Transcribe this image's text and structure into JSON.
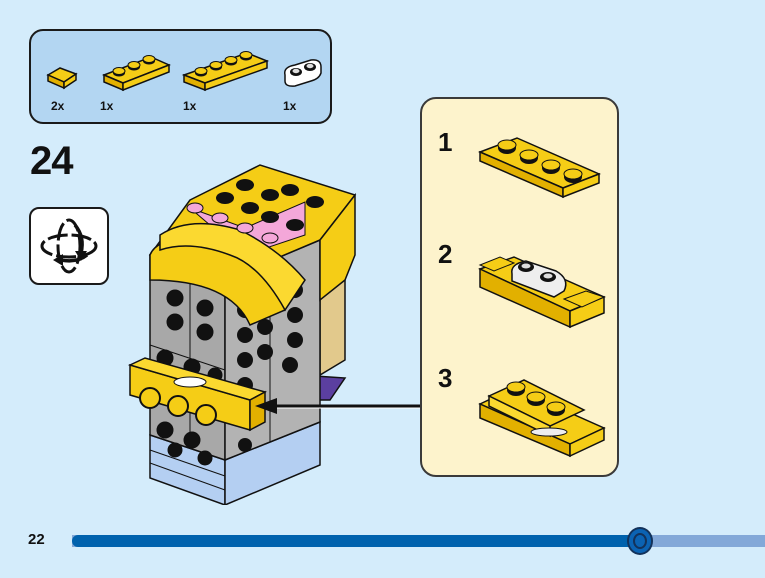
{
  "parts_list": {
    "items": [
      {
        "name": "yellow 1x1 tile",
        "color": "#f5cd16",
        "qty": "2x"
      },
      {
        "name": "yellow 1x3 plate",
        "color": "#f5cd16",
        "qty": "1x"
      },
      {
        "name": "yellow 1x4 plate",
        "color": "#f5cd16",
        "qty": "1x"
      },
      {
        "name": "white 1x2 rounded plate",
        "color": "#ffffff",
        "qty": "1x"
      }
    ]
  },
  "step": {
    "number": "24",
    "rotate_icon": "rotate-model-icon"
  },
  "substeps": [
    {
      "label": "1",
      "description": "yellow 1x4 plate"
    },
    {
      "label": "2",
      "description": "white rounded plate between yellow tiles"
    },
    {
      "label": "3",
      "description": "yellow 1x3 plate on top"
    }
  ],
  "callout": {
    "arrow_icon": "arrow-left-icon"
  },
  "footer": {
    "page_number": "22",
    "progress_percent": 82
  },
  "colors": {
    "background": "#d4ecfb",
    "parts_panel": "#b3d6f2",
    "substeps_panel": "#fdf3cc",
    "yellow": "#f5cd16",
    "gray": "#a8a8a8",
    "pink": "#f4a7d9",
    "purple": "#5b3fa0",
    "light_blue": "#b4cff2",
    "tan": "#e2c98c",
    "progress_fill": "#0062ad",
    "progress_track": "#83a8d8"
  }
}
